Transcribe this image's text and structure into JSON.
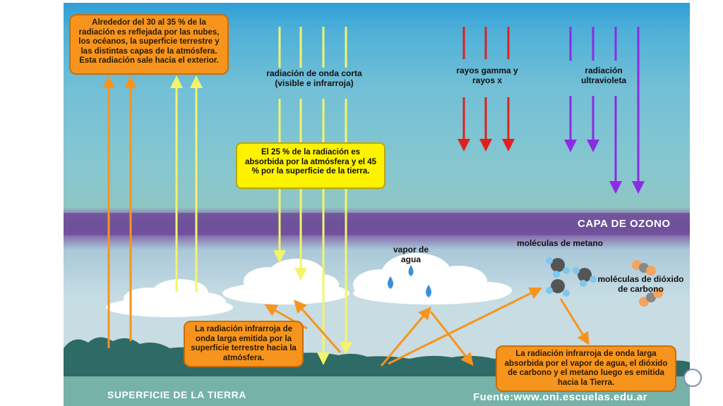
{
  "labels": {
    "reflected_box": "Alrededor del 30 al 35 % de la radiación es reflejada por las nubes, los océanos, la superficie terrestre y las distintas capas de la atmósfera. Esta radiación sale hacia el exterior.",
    "short_wave": "radiación de onda corta (visible e infrarroja)",
    "gamma": "rayos gamma y rayos x",
    "uv": "radiación ultravioleta",
    "absorbed_box": "El 25 % de la radiación es absorbida por la atmósfera y el 45 % por la superficie de la tierra.",
    "ozone": "CAPA DE OZONO",
    "water_vapor": "vapor de agua",
    "methane": "moléculas de metano",
    "co2": "moléculas de dióxido de carbono",
    "infrared_emitted_box": "La radiación infrarroja de onda larga emitida por la superficie terrestre hacia la atmósfera.",
    "infrared_absorbed_box": "La radiación infrarroja de onda larga absorbida por el vapor de agua, el dióxido de carbono y el metano luego es emitida hacia la Tierra.",
    "surface": "SUPERFICIE DE LA TIERRA",
    "source": "Fuente:www.oni.escuelas.edu.ar"
  },
  "colors": {
    "orange_arrow": "#f7941d",
    "yellow_arrow": "#f4f46a",
    "red_arrow": "#e0201c",
    "purple_arrow": "#8b2be2",
    "ozone_band": "#6f4f9a"
  }
}
